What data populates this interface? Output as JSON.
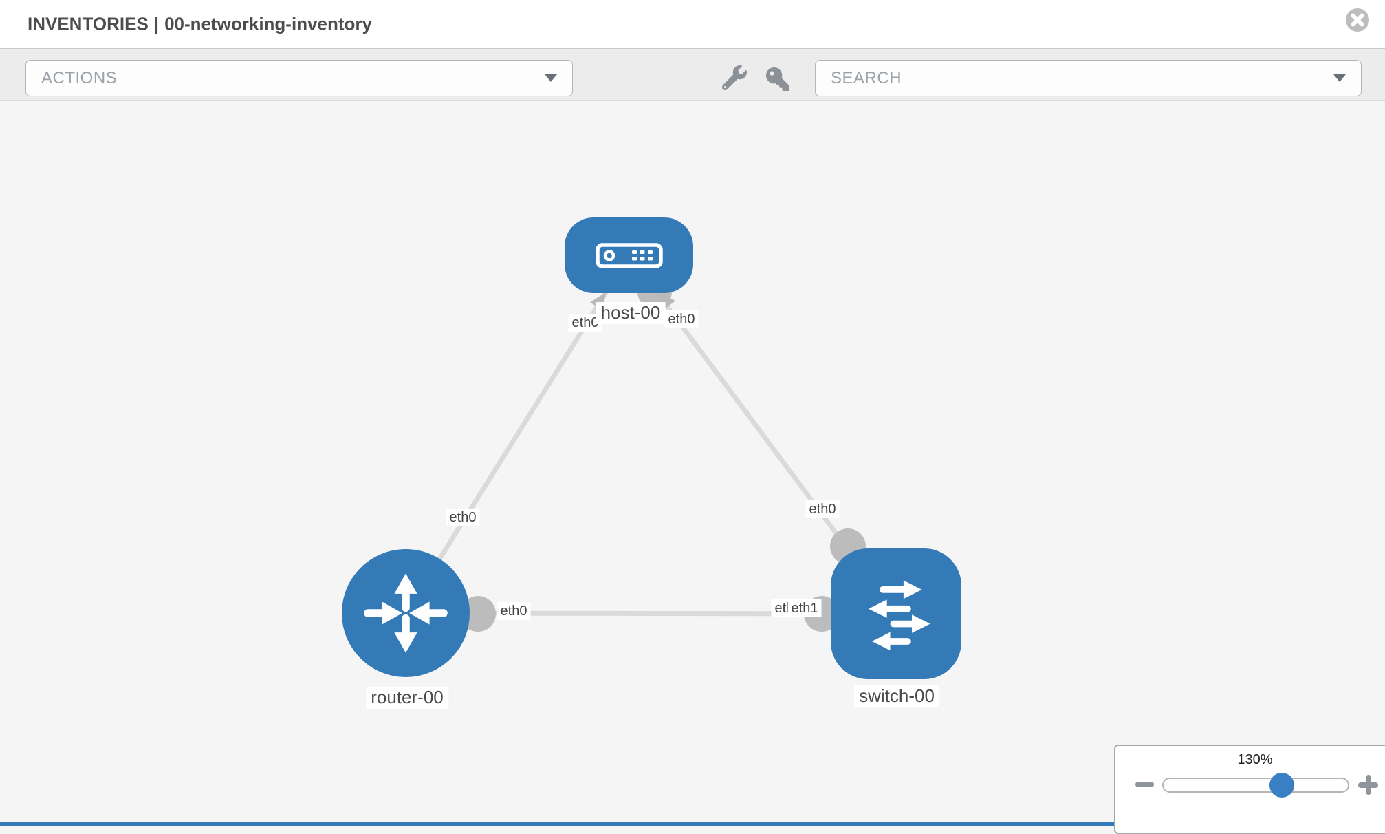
{
  "header": {
    "section": "INVENTORIES",
    "divider": "|",
    "inventory_name": "00-networking-inventory"
  },
  "toolbar": {
    "actions_label": "ACTIONS",
    "search_label": "SEARCH"
  },
  "topology": {
    "nodes": [
      {
        "label": "host-00",
        "type": "host",
        "shape": "rounded-rect"
      },
      {
        "label": "router-00",
        "type": "router",
        "shape": "circle"
      },
      {
        "label": "switch-00",
        "type": "switch",
        "shape": "rounded-square"
      }
    ],
    "links": [
      {
        "from": "host-00",
        "from_interface": "eth0",
        "to": "router-00",
        "to_interface": "eth0"
      },
      {
        "from": "host-00",
        "from_interface": "eth0",
        "to": "switch-00",
        "to_interface": "eth0"
      },
      {
        "from": "router-00",
        "from_interface": "eth0",
        "to": "switch-00",
        "to_interface": "eth1",
        "to_interface_behind": "eth0"
      }
    ]
  },
  "zoom_control": {
    "level": "130%"
  },
  "icons": {
    "close": "circle-x",
    "wrench": "wrench",
    "key": "key",
    "dropdown_caret": "triangle-down",
    "minus": "minus",
    "plus": "plus",
    "host": "server-face",
    "router": "four-direction-arrows",
    "switch": "exchange-arrows"
  },
  "colors": {
    "node_blue": "#337ab7",
    "link_gray": "#dadada",
    "endpoint_gray": "#bcbcbc",
    "arrowhead_gray": "#b9b9b9",
    "toolbar_bg": "#ececec",
    "canvas_bg": "#f5f5f5",
    "slider_thumb": "#3a7ec4"
  }
}
